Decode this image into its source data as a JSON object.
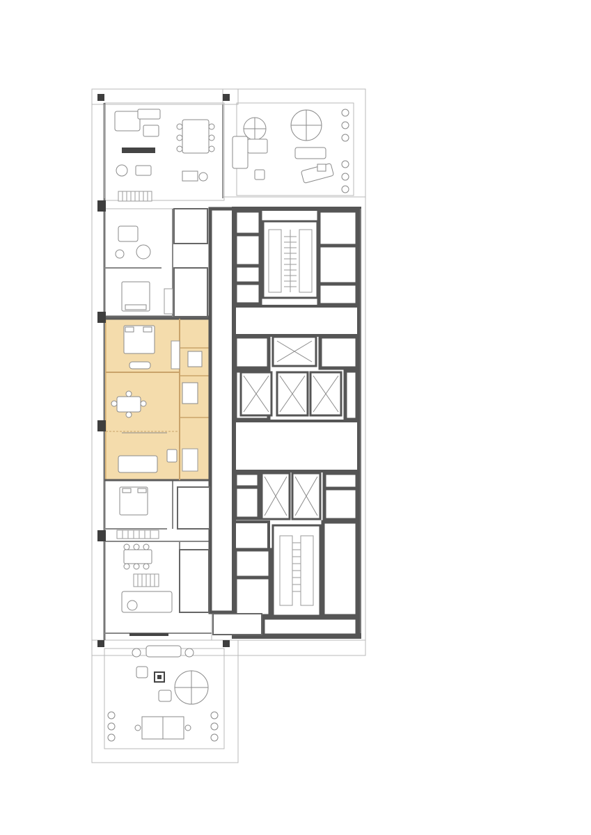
{
  "colors": {
    "highlight": "#f3d9a4",
    "highlight_stroke": "#e0b874",
    "wall": "#5a5a5a",
    "thin_line": "#b9b9b9",
    "furniture": "#8a8a8a",
    "background": "#ffffff"
  },
  "plan": {
    "highlighted_unit": "selected-apartment",
    "elevator_count": 6,
    "stair_count": 2
  }
}
